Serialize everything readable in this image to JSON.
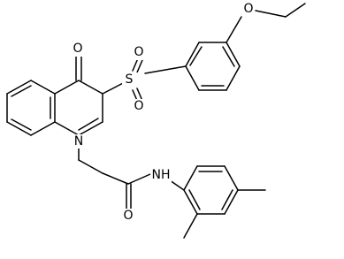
{
  "atoms": {
    "o_ketone": "O",
    "s_sulfonyl": "S",
    "o_sulfonyl_a": "O",
    "o_sulfonyl_b": "O",
    "o_ether": "O",
    "n_ring": "N",
    "nh_amide": "NH",
    "o_amide": "O"
  }
}
